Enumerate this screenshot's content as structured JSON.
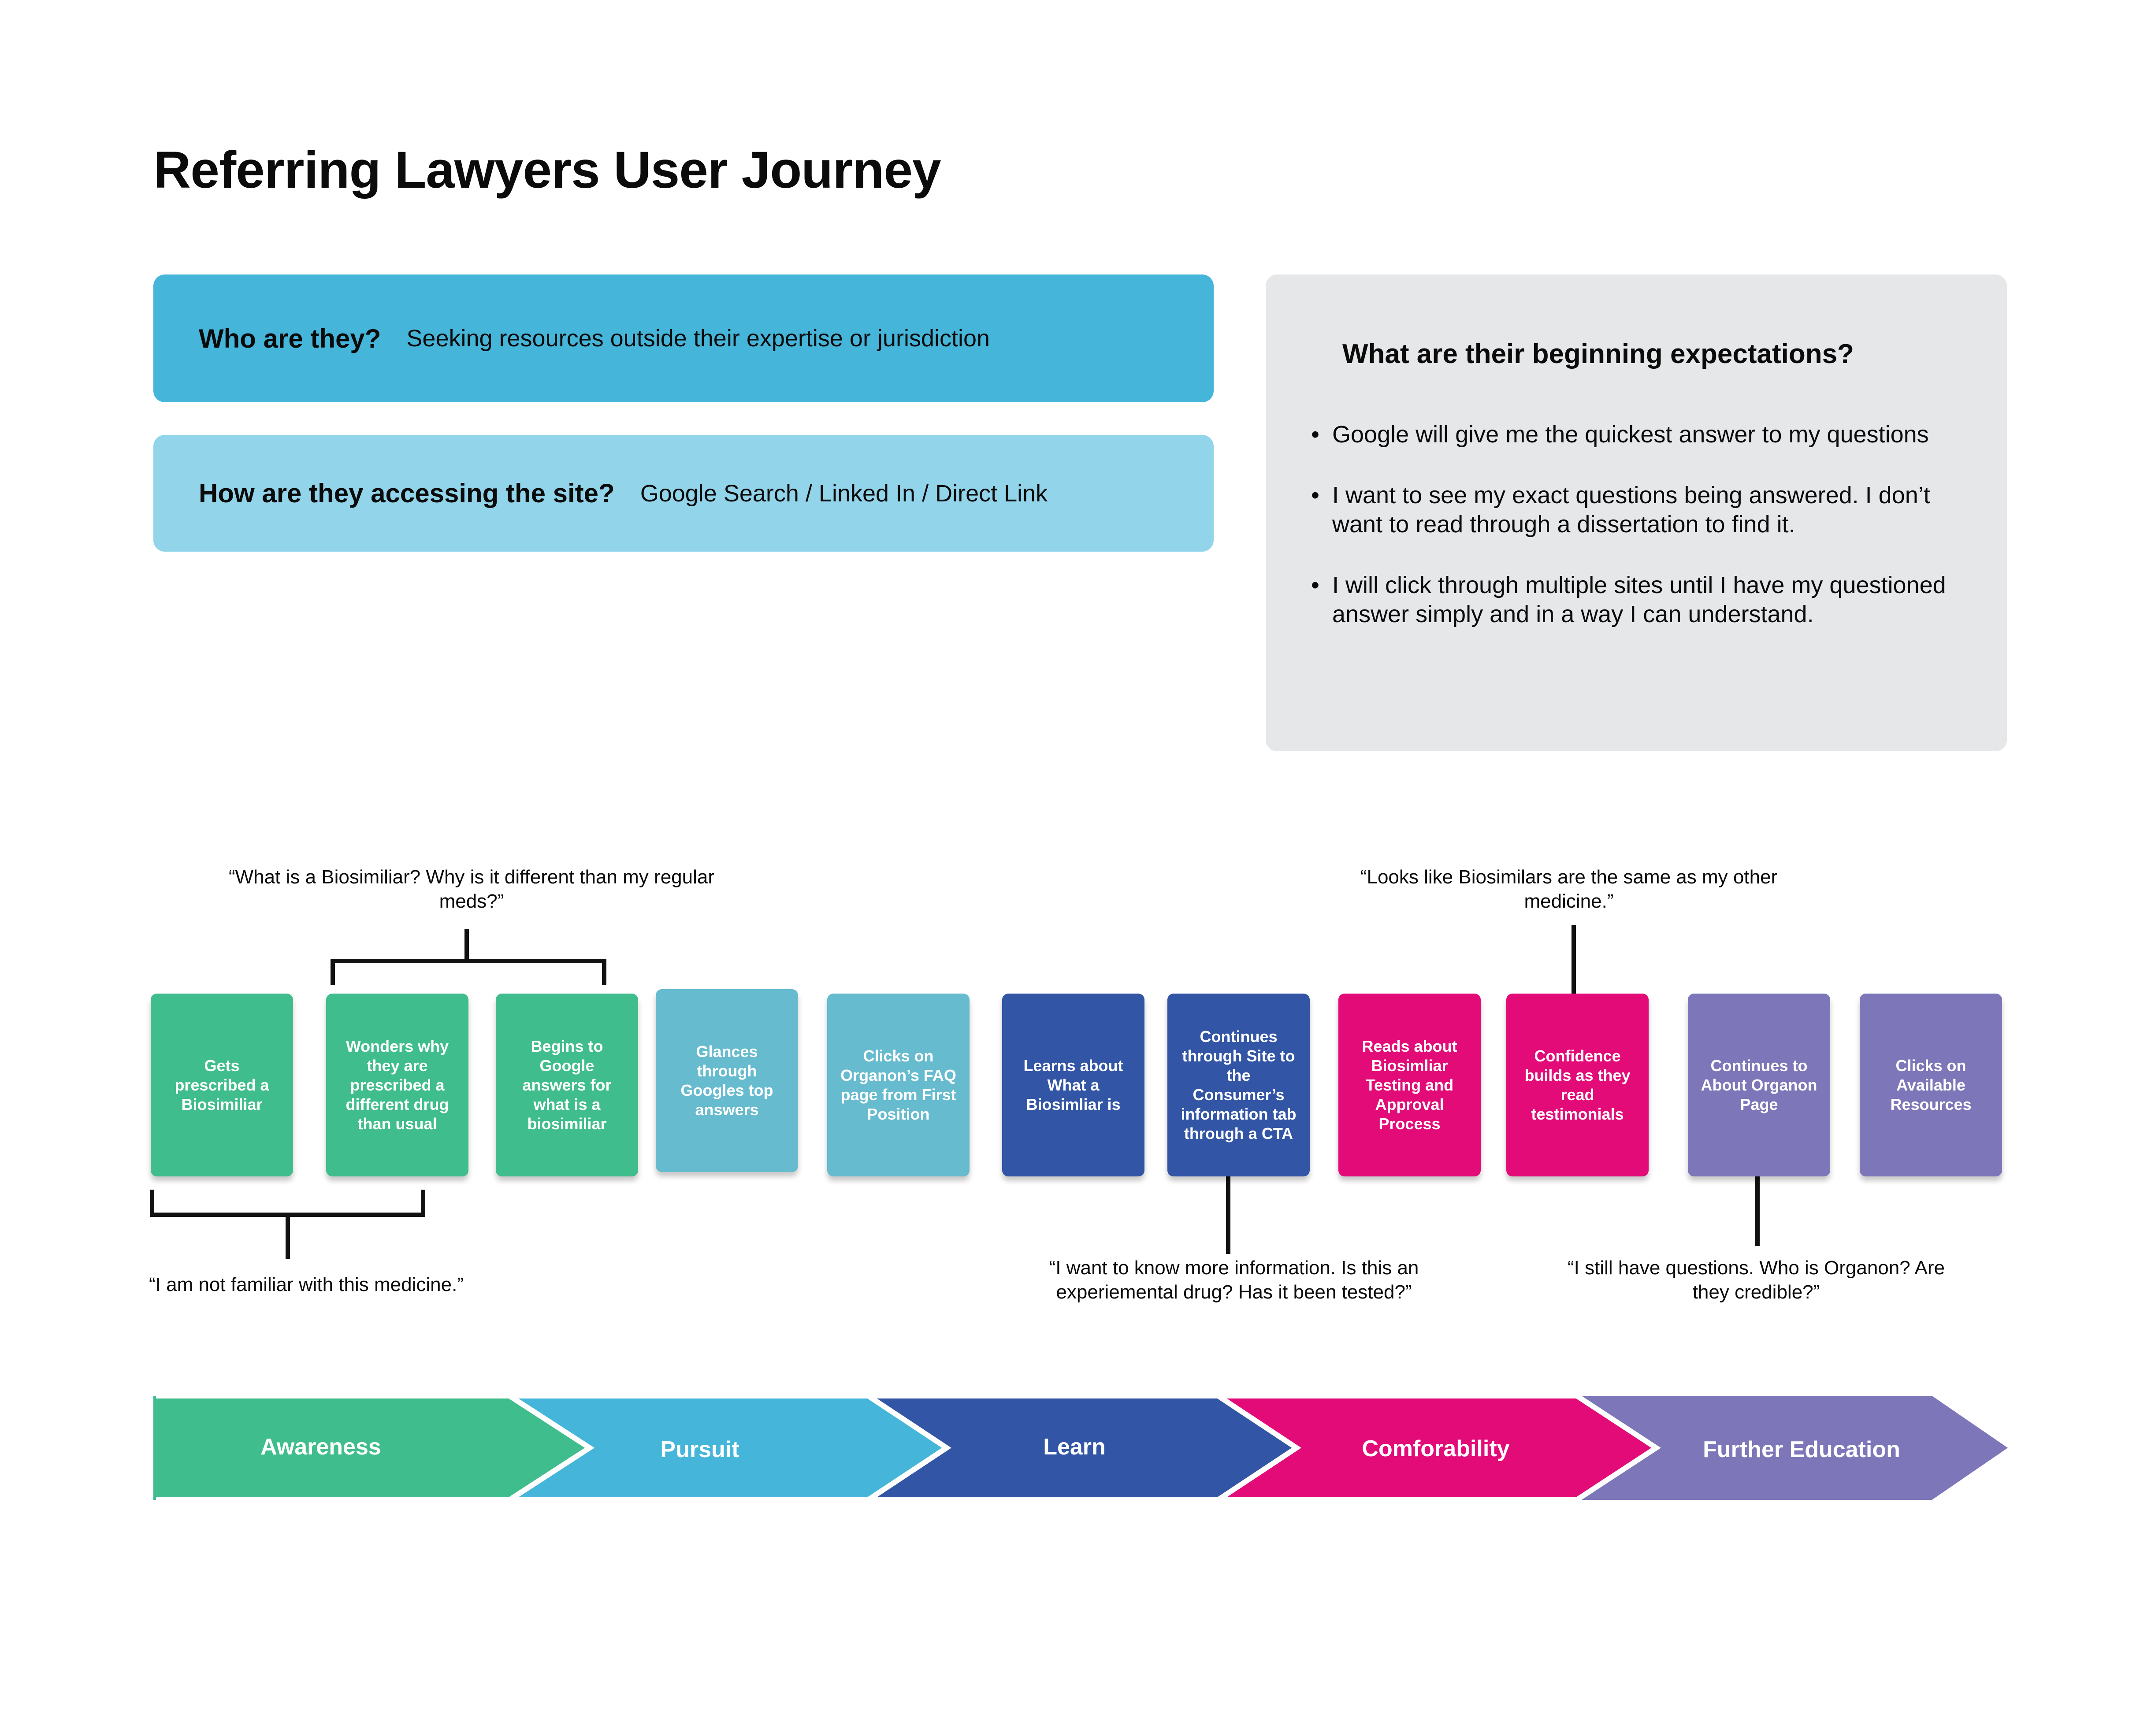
{
  "title": "Referring Lawyers User Journey",
  "who": {
    "question": "Who are they?",
    "answer": "Seeking resources outside their expertise or jurisdiction"
  },
  "access": {
    "question": "How are they accessing the site?",
    "answer": "Google Search / Linked In / Direct Link"
  },
  "expectations": {
    "title": "What are their beginning expectations?",
    "items": [
      "Google will give me the quickest answer to my questions",
      "I want to see my exact questions being answered. I don’t want to read through a dissertation to find it.",
      "I will click through multiple sites until I have my questioned answer simply and in a way I can understand."
    ]
  },
  "colors": {
    "awareness": "#40bd8c",
    "pursuit": "#45b6da",
    "pursuit_step": "#67bbce",
    "learn": "#3355a6",
    "comfort": "#e20b78",
    "further": "#7d76b8"
  },
  "steps": [
    {
      "label": "Gets prescribed a Biosimiliar",
      "color": "#40bd8c"
    },
    {
      "label": "Wonders why they are prescribed a different drug than usual",
      "color": "#40bd8c"
    },
    {
      "label": "Begins to Google answers for what is a biosimiliar",
      "color": "#40bd8c"
    },
    {
      "label": "Glances through Googles top answers",
      "color": "#67bbce"
    },
    {
      "label": "Clicks on Organon’s FAQ page from First Position",
      "color": "#67bbce"
    },
    {
      "label": "Learns about What a Biosimliar is",
      "color": "#3355a6"
    },
    {
      "label": "Continues through Site to the Consumer’s information tab through a CTA",
      "color": "#3355a6"
    },
    {
      "label": "Reads about Biosimliar Testing and Approval Process",
      "color": "#e20b78"
    },
    {
      "label": "Confidence builds as they read testimonials",
      "color": "#e20b78"
    },
    {
      "label": "Continues to About Organon Page",
      "color": "#7d76b8"
    },
    {
      "label": "Clicks on Available Resources",
      "color": "#7d76b8"
    }
  ],
  "quotes": {
    "biosimiliar": "“What is a Biosimiliar? Why is it different than my regular meds?”",
    "same_medicine": "“Looks like Biosimilars are the same as my other medicine.”",
    "not_familiar": "“I am not familiar with this medicine.”",
    "more_info": "“I want to know more information. Is this an experiemental drug? Has it been tested?”",
    "still_questions": "“I still have questions. Who is Organon? Are they credible?”"
  },
  "phases": [
    {
      "label": "Awareness",
      "color": "#40bd8c"
    },
    {
      "label": "Pursuit",
      "color": "#45b6da"
    },
    {
      "label": "Learn",
      "color": "#3355a6"
    },
    {
      "label": "Comforability",
      "color": "#e20b78"
    },
    {
      "label": "Further Education",
      "color": "#7d76b8"
    }
  ]
}
